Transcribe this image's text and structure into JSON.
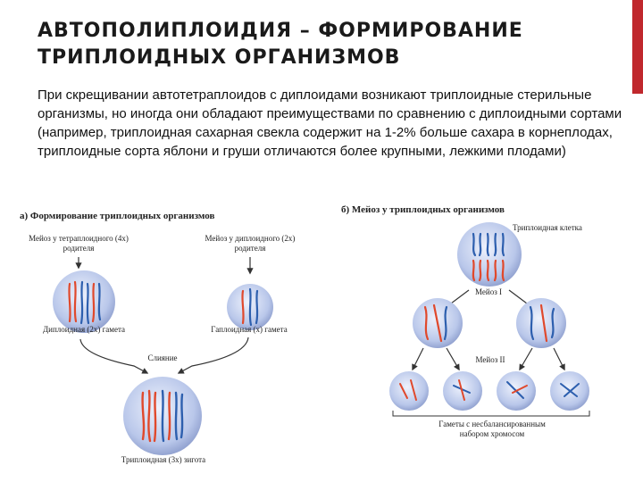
{
  "slide": {
    "title_line1": "АВТОПОЛИПЛОИДИЯ – ФОРМИРОВАНИЕ",
    "title_line2": "ТРИПЛОИДНЫХ ОРГАНИЗМОВ",
    "body": "При скрещивании автотетраплоидов с диплоидами возникают триплоидные стерильные организмы, но иногда они обладают преимуществами по сравнению с диплоидными сортами (например, триплоидная сахарная свекла содержит на 1-2% больше сахара в корнеплодах, триплоидные сорта яблони и груши отличаются более крупными, лежкими плодами)",
    "accent_color": "#c0282d"
  },
  "figure_a": {
    "title": "а) Формирование триплоидных организмов",
    "meiosis_tetraploid_label": "Мейоз у тетраплоидного (4х) родителя",
    "meiosis_diploid_label": "Мейоз у диплоидного (2х) родителя",
    "diploid_gamete_label": "Диплоидная (2х) гамета",
    "haploid_gamete_label": "Гаплоидная (х) гамета",
    "fusion_label": "Слияние",
    "triploid_zygote_label": "Триплоидная (3х) зигота"
  },
  "figure_b": {
    "title": "б) Мейоз у триплоидных организмов",
    "triploid_cell_label": "Триплоидная клетка",
    "meiosis_1_label": "Мейоз I",
    "meiosis_2_label": "Мейоз II",
    "gametes_label": "Гаметы с несбалансированным набором хромосом"
  },
  "colors": {
    "cell": "#b9c7ea",
    "cell_edge": "#8798c9",
    "chromosome_red": "#e0492c",
    "chromosome_blue": "#2d5fae"
  }
}
